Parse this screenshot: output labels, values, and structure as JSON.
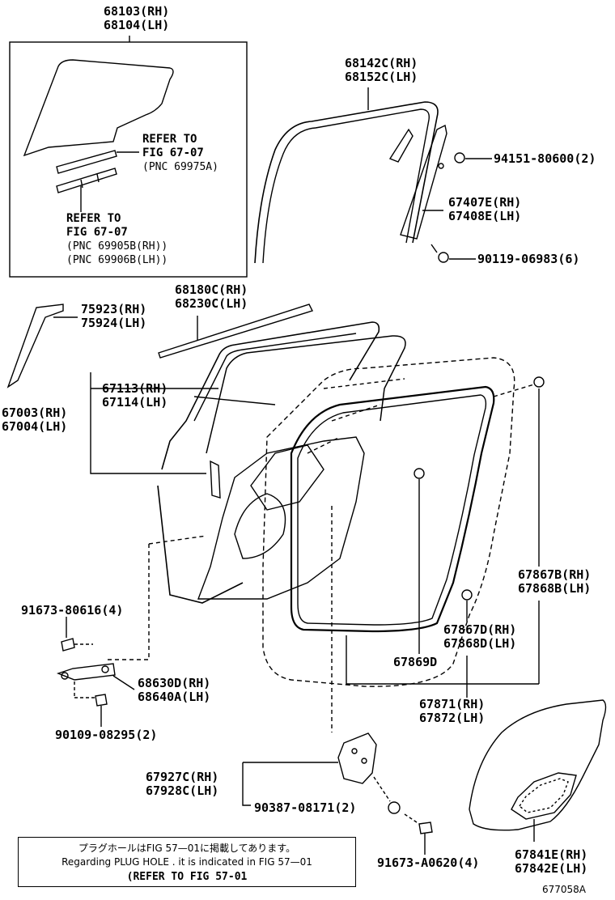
{
  "labels": {
    "glass": [
      "68103(RH)",
      "68104(LH)"
    ],
    "refer_upper": [
      "REFER TO",
      "FIG 67-07",
      "(PNC 69975A)"
    ],
    "refer_lower": [
      "REFER TO",
      "FIG 67-07",
      "(PNC 69905B(RH))",
      "(PNC 69906B(LH))"
    ],
    "run_channel": [
      "68142C(RH)",
      "68152C(LH)"
    ],
    "clip_upper": "94151-80600(2)",
    "division_bar": [
      "67407E(RH)",
      "67408E(LH)"
    ],
    "screw_upper": "90119-06983(6)",
    "outer_weatherstrip": [
      "68180C(RH)",
      "68230C(LH)"
    ],
    "garnish": [
      "75923(RH)",
      "75924(LH)"
    ],
    "inner_panel": [
      "67113(RH)",
      "67114(LH)"
    ],
    "door_panel": [
      "67003(RH)",
      "67004(LH)"
    ],
    "clip_right": [
      "67867B(RH)",
      "67868B(LH)"
    ],
    "bolt_left": "91673-80616(4)",
    "clip_mid": [
      "67867D(RH)",
      "67868D(LH)"
    ],
    "check_assy": [
      "68630D(RH)",
      "68640A(LH)"
    ],
    "weatherstrip_clip": "67869D",
    "bolt_lower": "90109-08295(2)",
    "door_weatherstrip": [
      "67871(RH)",
      "67872(LH)"
    ],
    "bracket": [
      "67927C(RH)",
      "67928C(LH)"
    ],
    "screw_bracket": "90387-08171(2)",
    "bolt_bottom": "91673-A0620(4)",
    "service_hole_cover": [
      "67841E(RH)",
      "67842E(LH)"
    ]
  },
  "note": {
    "jp": "プラグホールはFIG 57—01に掲載してあります。",
    "en": "Regarding  PLUG  HOLE . it is indicated in  FIG  57—01",
    "ref": "(REFER TO FIG 57-01"
  },
  "figure_id": "677058A"
}
